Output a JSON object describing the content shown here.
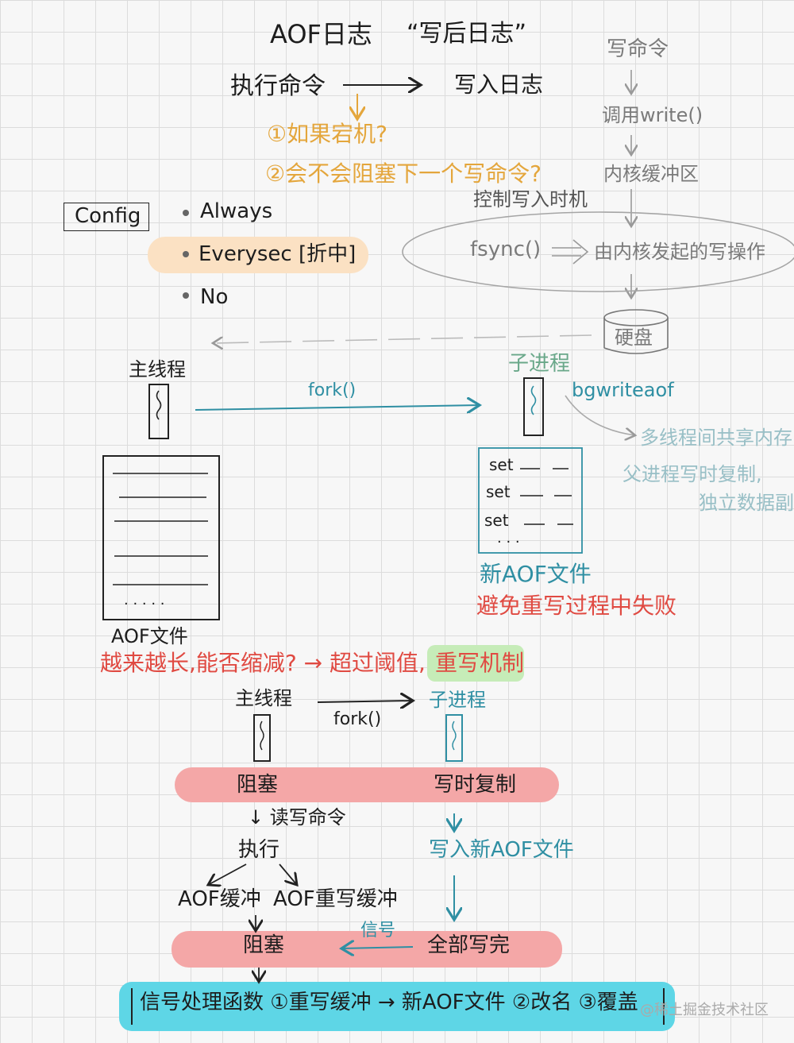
{
  "title": {
    "aof": "AOF日志",
    "write_after": "“写后日志”"
  },
  "flow_top": {
    "exec": "执行命令",
    "write_log": "写入日志"
  },
  "risks": {
    "r1": "①如果宕机?",
    "r2": "②会不会阻塞下一个写命令?"
  },
  "right_chain": {
    "write_cmd": "写命令",
    "call_write": "调用write()",
    "kernel_buf": "内核缓冲区",
    "control": "控制写入时机",
    "fsync": "fsync()",
    "kernel_write": "由内核发起的写操作",
    "disk": "硬盘"
  },
  "config": {
    "label": "Config",
    "options": [
      "Always",
      "Everysec [折中]",
      "No"
    ]
  },
  "fork_section": {
    "main_thread": "主线程",
    "fork": "fork()",
    "child": "子进程",
    "bgrewrite": "bgwriteaof",
    "note1": "多线程间共享内存",
    "note2": "父进程写时复制,",
    "note3": "独立数据副本",
    "set_rows": [
      "set",
      "set",
      "set"
    ],
    "ellipsis": ". . .",
    "file_ellipsis": ". . . . .",
    "aof_file": "AOF文件",
    "new_aof": "新AOF文件",
    "avoid": "避免重写过程中失败",
    "growth": "越来越长,能否缩减? → 超过阈值,",
    "rewrite_mech": "重写机制"
  },
  "bottom": {
    "main_thread": "主线程",
    "fork": "fork()",
    "child": "子进程",
    "block1": "阻塞",
    "cow": "写时复制",
    "read_write": "↓ 读写命令",
    "exec": "执行",
    "write_new": "写入新AOF文件",
    "aof_buf": "AOF缓冲",
    "aof_rewrite_buf": "AOF重写缓冲",
    "block2": "阻塞",
    "signal": "信号",
    "all_done": "全部写完",
    "handler": "信号处理函数  ①重写缓冲 → 新AOF文件  ②改名  ③覆盖"
  },
  "watermark": "@稀土掘金技术社区",
  "colors": {
    "ink": "#1d1d1d",
    "yellow": "#e4a63c",
    "red": "#e04a42",
    "teal": "#2f8fa3",
    "pink_highlight": "#f4a7a7",
    "cyan_highlight": "#5ed6e6"
  }
}
